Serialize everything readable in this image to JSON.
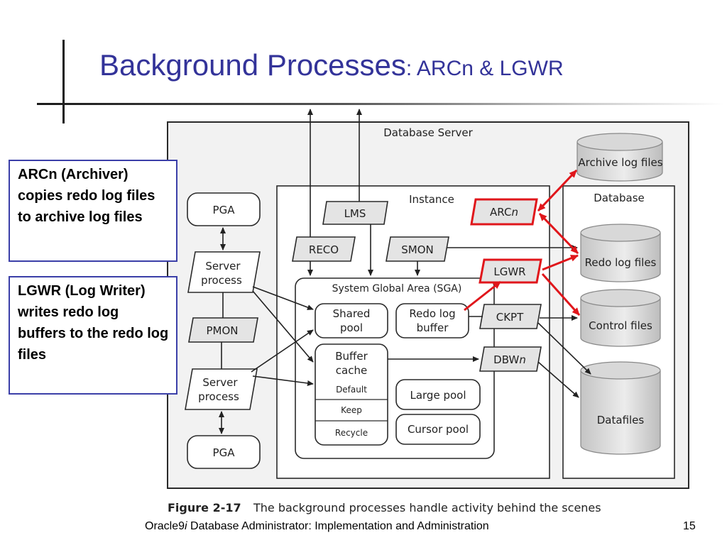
{
  "slide": {
    "title_main": "Background Processes",
    "title_sub": ": ARCn & LGWR",
    "footer_pre": "Oracle9",
    "footer_italic": "i",
    "footer_post": " Database Administrator: Implementation and Administration",
    "page_number": "15"
  },
  "callouts": {
    "arcn": "ARCn (Archiver) copies redo log files to archive log files",
    "lgwr": "LGWR (Log Writer) writes redo log buffers to the redo log files"
  },
  "figure": {
    "database_server": "Database Server",
    "instance": "Instance",
    "database": "Database",
    "sga": "System Global Area (SGA)",
    "pga": "PGA",
    "server_process": [
      "Server",
      "process"
    ],
    "pmon": "PMON",
    "lms": "LMS",
    "reco": "RECO",
    "smon": "SMON",
    "arcn": "ARCn",
    "lgwr": "LGWR",
    "ckpt": "CKPT",
    "dbwn": "DBWn",
    "shared_pool": [
      "Shared",
      "pool"
    ],
    "redo_log_buffer": [
      "Redo log",
      "buffer"
    ],
    "buffer_cache": [
      "Buffer",
      "cache"
    ],
    "default": "Default",
    "keep": "Keep",
    "recycle": "Recycle",
    "large_pool": "Large pool",
    "cursor_pool": "Cursor pool",
    "archive_log_files": "Archive log files",
    "redo_log_files": "Redo log files",
    "control_files": "Control files",
    "datafiles": "Datafiles",
    "caption_label": "Figure 2-17",
    "caption_text": "The background processes handle activity behind the scenes"
  },
  "colors": {
    "title": "#333399",
    "callout_border": "#3b3fa8",
    "highlight": "#e0161b"
  }
}
